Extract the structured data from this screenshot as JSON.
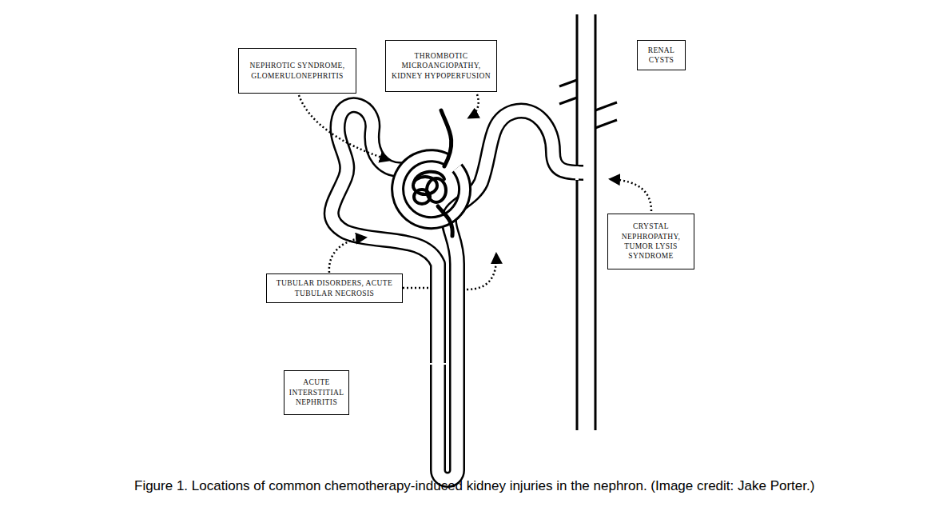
{
  "diagram": {
    "caption": "Figure 1. Locations of common chemotherapy-induced kidney injuries in the nephron. (Image credit: Jake Porter.)",
    "nodes": [
      {
        "text": [
          "NEPHROTIC SYNDROME, GLOMERULONEPHRITIS"
        ]
      },
      {
        "text": [
          "THROMBOTIC MICROANGIOPATHY, KIDNEY HYPOPERFUSION"
        ]
      },
      {
        "text": [
          "RENAL CYSTS"
        ]
      },
      {
        "text": [
          "CRYSTAL NEPHROPATHY, TUMOR LYSIS SYNDROME"
        ]
      },
      {
        "text": [
          "TUBULAR DISORDERS, ACUTE TUBULAR NECROSIS"
        ]
      },
      {
        "text": [
          "ACUTE INTERSTITIAL NEPHRITIS"
        ]
      }
    ]
  }
}
